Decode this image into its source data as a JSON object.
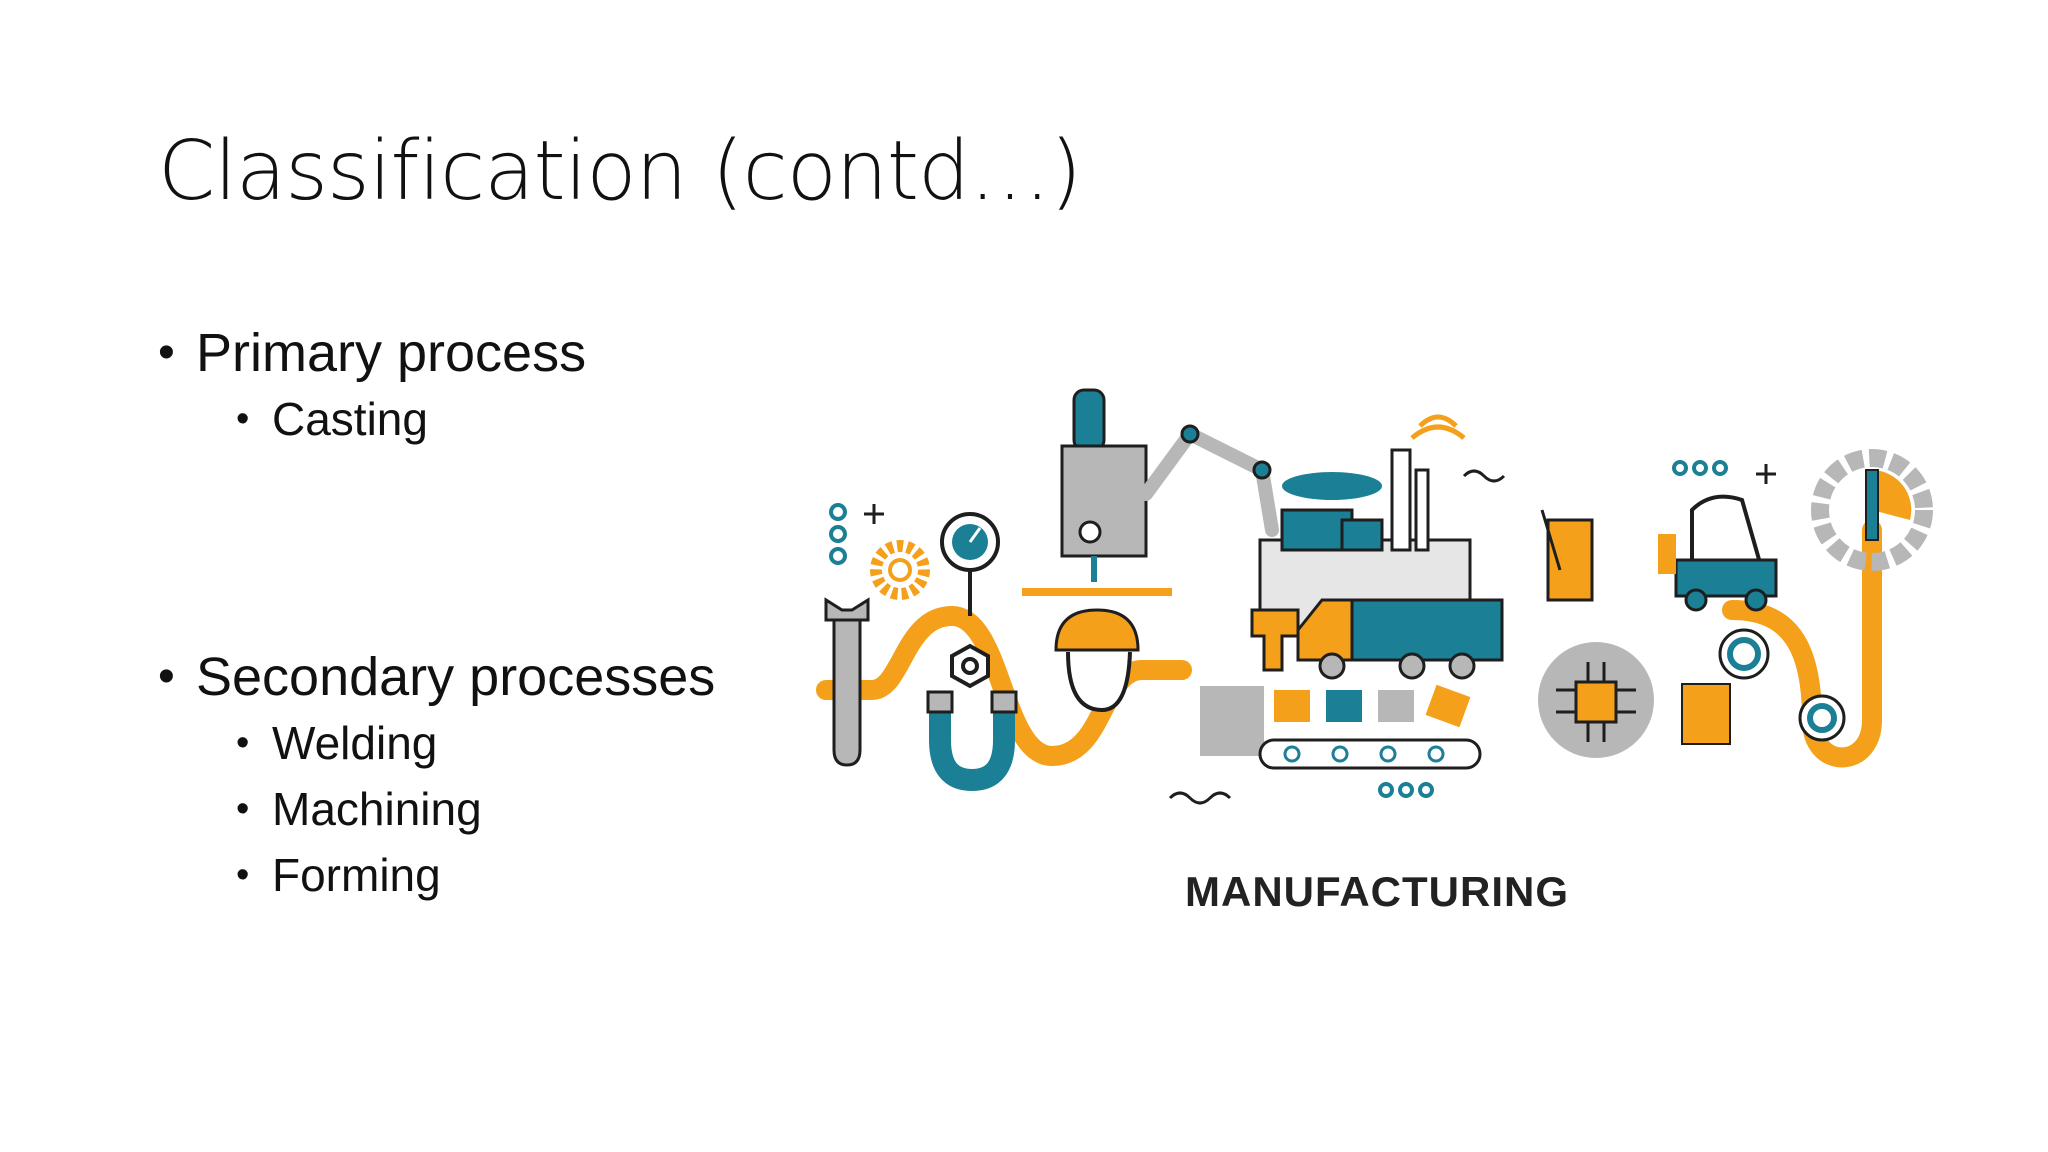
{
  "slide": {
    "title": "Classification (contd…)",
    "groups": [
      {
        "heading": "Primary process",
        "items": [
          "Casting"
        ]
      },
      {
        "heading": "Secondary processes",
        "items": [
          "Welding",
          "Machining",
          "Forming"
        ]
      }
    ]
  },
  "illustration": {
    "caption": "MANUFACTURING",
    "colors": {
      "orange": "#F5A01B",
      "teal": "#1B7F95",
      "gray": "#B7B7B7",
      "outline": "#1E1E1E"
    },
    "icons": [
      "milling-machine-icon",
      "robot-arm-icon",
      "factory-icon",
      "truck-icon",
      "worker-helmet-icon",
      "magnet-icon",
      "gear-icon",
      "pressure-gauge-icon",
      "wrench-icon",
      "conveyor-belt-icon",
      "microchip-icon",
      "forklift-icon",
      "screwdriver-gear-icon",
      "drill-icon",
      "blueprint-icon"
    ]
  }
}
